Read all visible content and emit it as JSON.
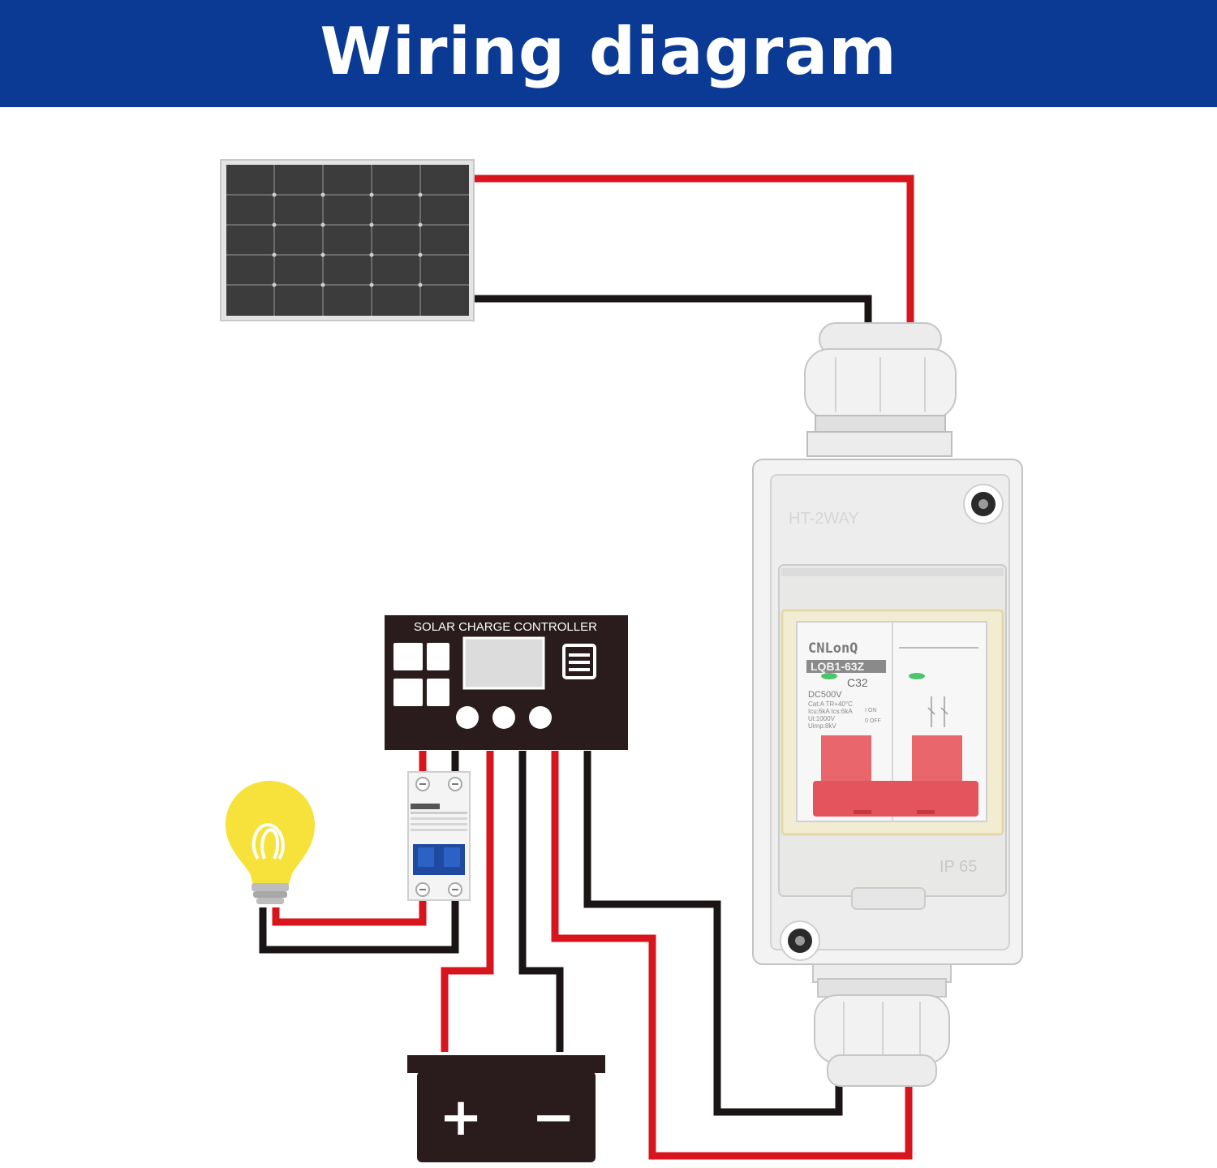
{
  "title": "Wiring diagram",
  "colors": {
    "banner": "#0a3a94",
    "wire_red": "#d8141c",
    "wire_black": "#1a1414",
    "controller": "#2a1c1c",
    "bulb": "#f6e23a",
    "breaker_handle": "#e4545c"
  },
  "controller": {
    "label": "SOLAR CHARGE CONTROLLER"
  },
  "enclosure": {
    "model": "HT-2WAY",
    "rating": "IP 65"
  },
  "breaker": {
    "brand": "CNLonQ",
    "model": "LQB1-63Z",
    "current": "C32",
    "voltage": "DC500V",
    "specs": [
      "Cat:A  TR+40°C",
      "Icu:6kA Ics:6kA",
      "Ui:1000V",
      "Uimp:8kV"
    ],
    "on_label": "I ON",
    "off_label": "0 OFF"
  },
  "battery": {
    "plus": "+",
    "minus": "−"
  },
  "icons": [
    "solar-panel-icon",
    "light-bulb-icon",
    "battery-icon",
    "dc-breaker-icon"
  ]
}
